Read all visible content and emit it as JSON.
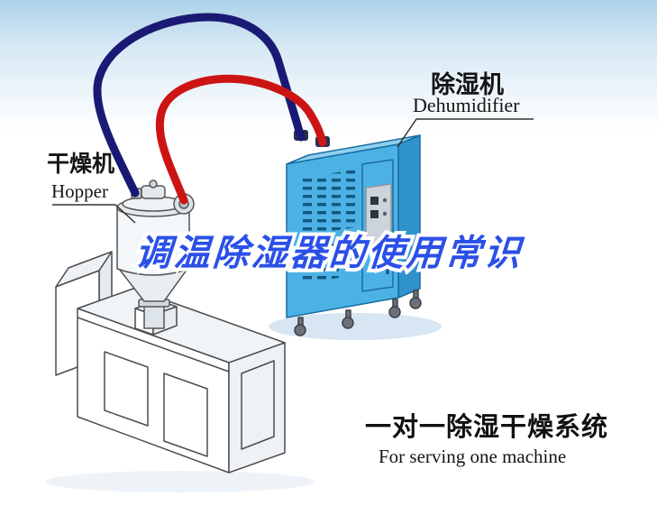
{
  "labels": {
    "hopper": {
      "cn": "干燥机",
      "en": "Hopper"
    },
    "dehumidifier": {
      "cn": "除湿机",
      "en": "Dehumidifier"
    }
  },
  "title": {
    "text": "调温除湿器的使用常识"
  },
  "caption": {
    "cn": "一对一除湿干燥系统",
    "en": "For serving one machine"
  },
  "colors": {
    "bg_top": "#aed2e9",
    "title_blue": "#2b50e8",
    "title_outline": "#ffffff",
    "pipe_hot": "#cd1414",
    "pipe_cold": "#1a1a74",
    "cabinet_front": "#4cb2e6",
    "cabinet_top": "#8fd0f0",
    "cabinet_side": "#2f92cc",
    "label_text": "#151515"
  },
  "illustration": {
    "parts": [
      "hopper-dryer",
      "dehumidifier-cabinet",
      "extruder-machine",
      "pipe-hot",
      "pipe-cold"
    ]
  }
}
